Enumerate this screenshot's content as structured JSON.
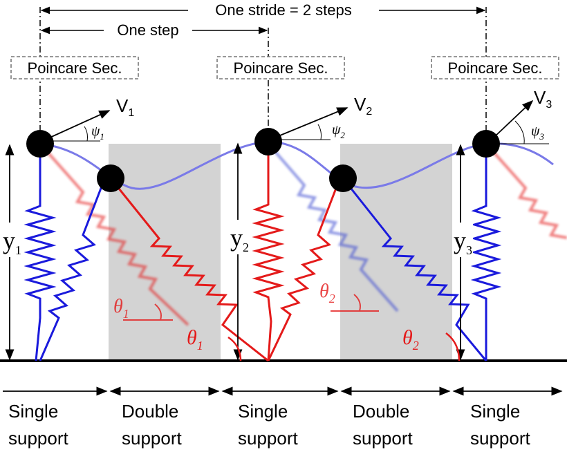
{
  "top": {
    "stride_label": "One stride = 2 steps",
    "step_label": "One step"
  },
  "poincare": [
    "Poincare Sec.",
    "Poincare Sec.",
    "Poincare Sec."
  ],
  "velocity": [
    {
      "v": "V",
      "v_sub": "1",
      "psi": "ψ",
      "psi_sub": "1"
    },
    {
      "v": "V",
      "v_sub": "2",
      "psi": "ψ",
      "psi_sub": "2"
    },
    {
      "v": "V",
      "v_sub": "3",
      "psi": "ψ",
      "psi_sub": "3"
    }
  ],
  "heights": [
    {
      "y": "y",
      "sub": "1"
    },
    {
      "y": "y",
      "sub": "2"
    },
    {
      "y": "y",
      "sub": "3"
    }
  ],
  "angles": [
    {
      "theta": "θ",
      "sub": "1"
    },
    {
      "theta": "θ",
      "sub": "1"
    },
    {
      "theta": "θ",
      "sub": "2"
    },
    {
      "theta": "θ",
      "sub": "2"
    }
  ],
  "phases": [
    {
      "line1": "Single",
      "line2": "support"
    },
    {
      "line1": "Double",
      "line2": "support"
    },
    {
      "line1": "Single",
      "line2": "support"
    },
    {
      "line1": "Double",
      "line2": "support"
    },
    {
      "line1": "Single",
      "line2": "support"
    }
  ],
  "colors": {
    "stance_leg": "#1a1adc",
    "swing_leg": "#e41a1a",
    "trajectory": "#7a7ae8",
    "shade": "#d3d3d3"
  }
}
